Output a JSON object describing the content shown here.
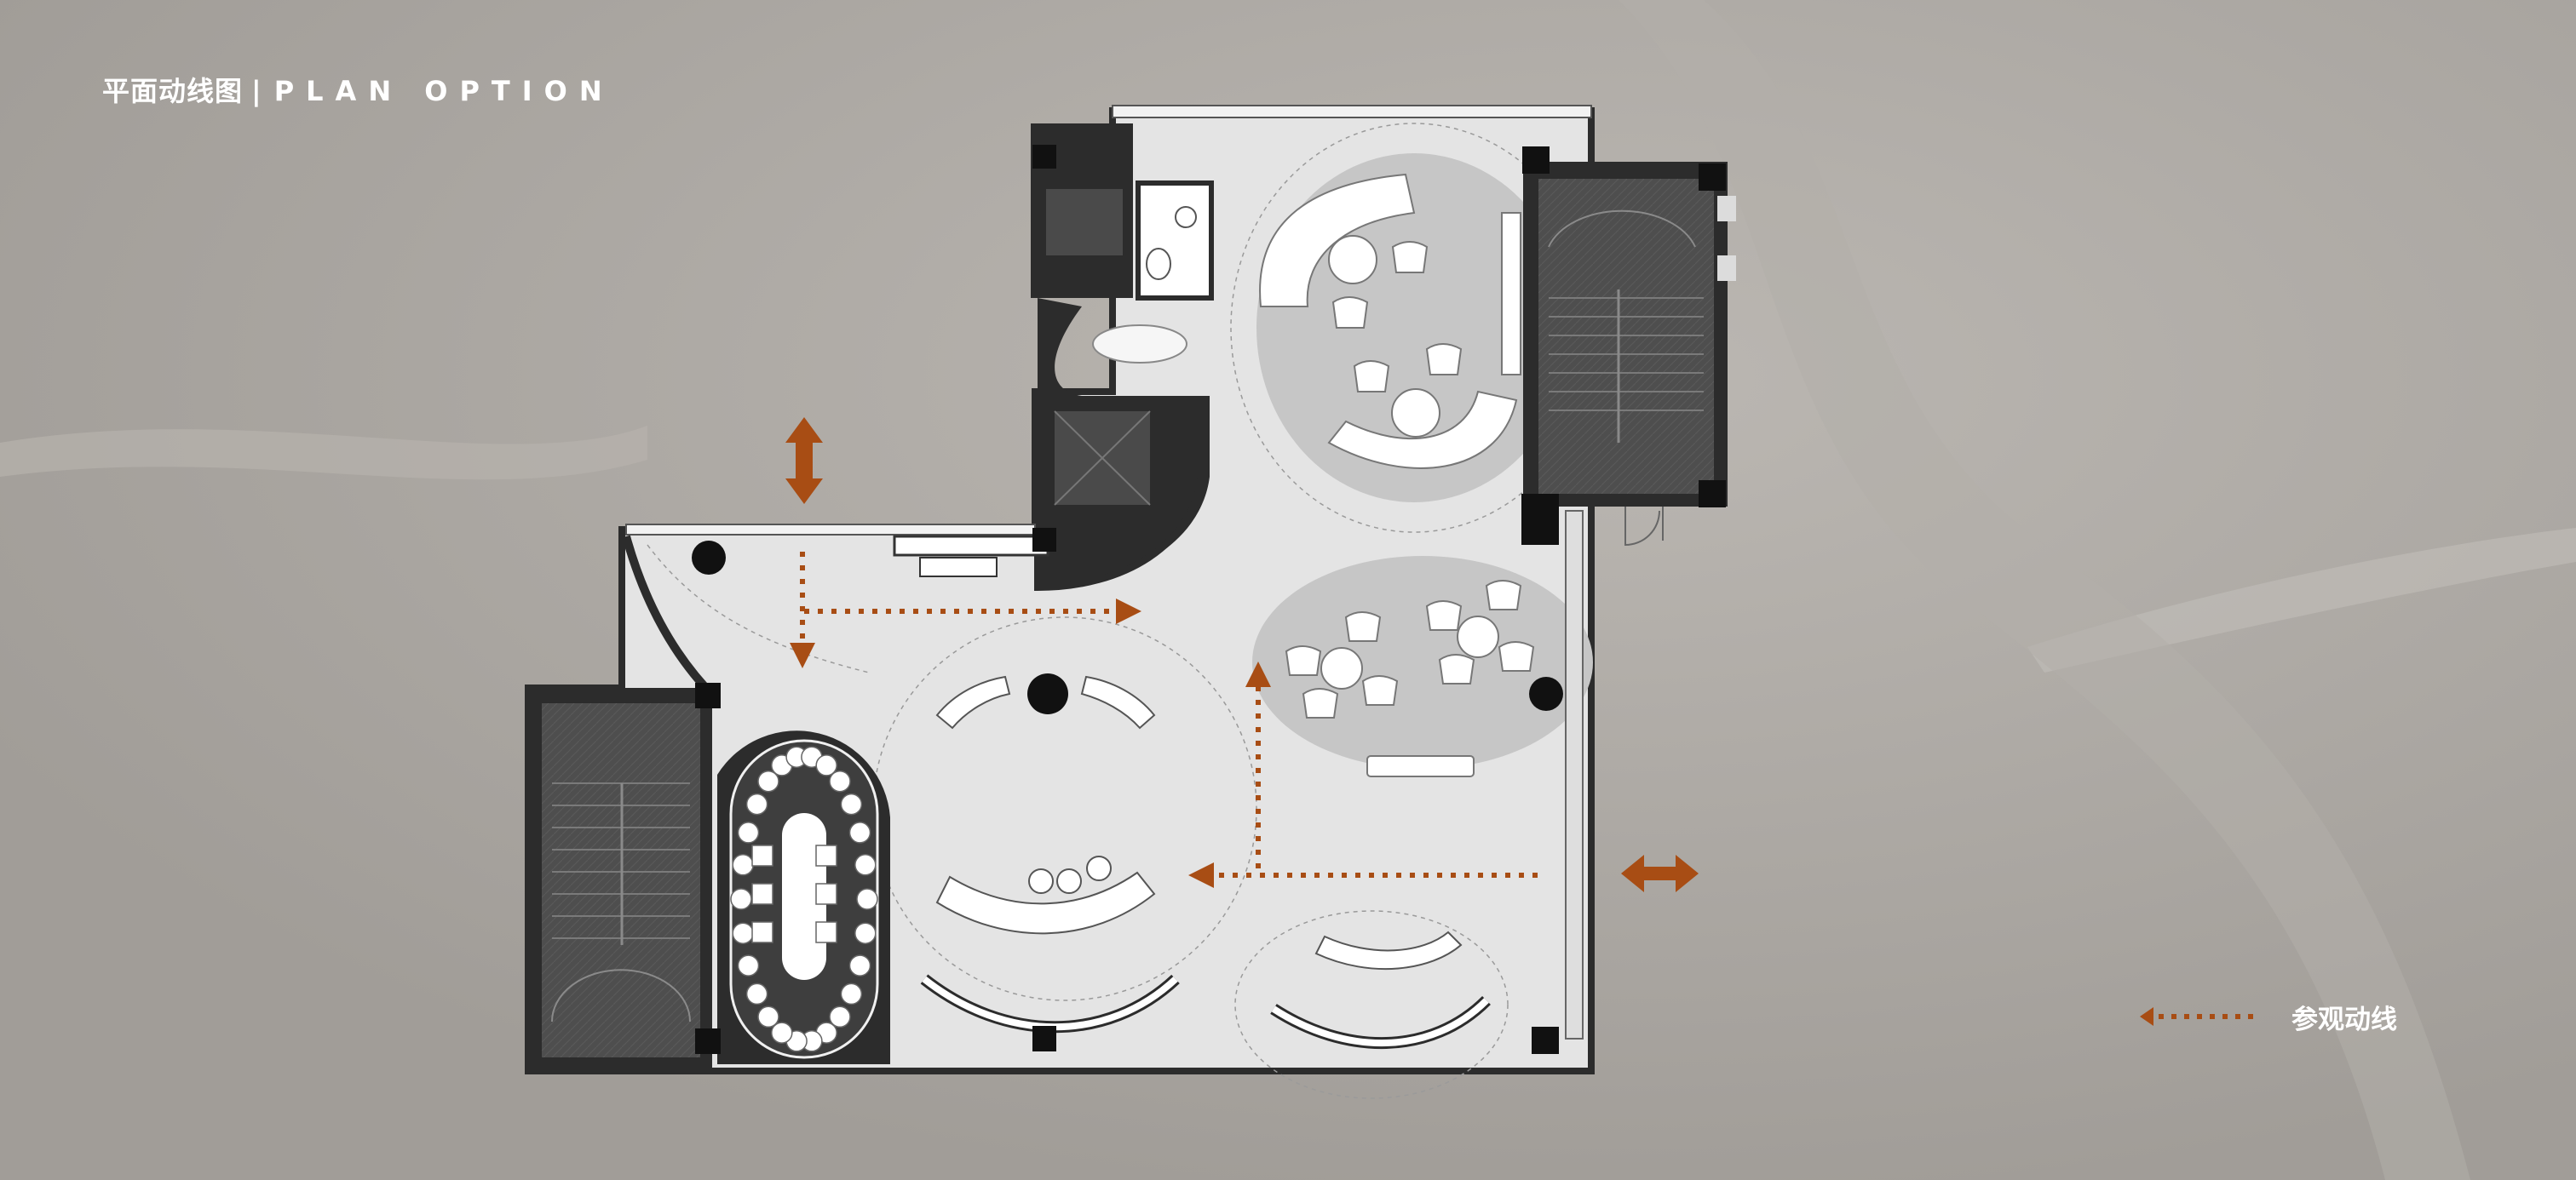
{
  "header": {
    "title_cn": "平面动线图",
    "separator": "|",
    "title_en": "PLAN OPTION"
  },
  "legend": {
    "label": "参观动线",
    "line_color": "#a84d14"
  },
  "colors": {
    "background": "#a9a5a0",
    "wall": "#2c2c2c",
    "floor": "#e4e4e4",
    "zone": "#c6c6c6",
    "service": "#4a4a4a",
    "accent": "#a84d14"
  }
}
